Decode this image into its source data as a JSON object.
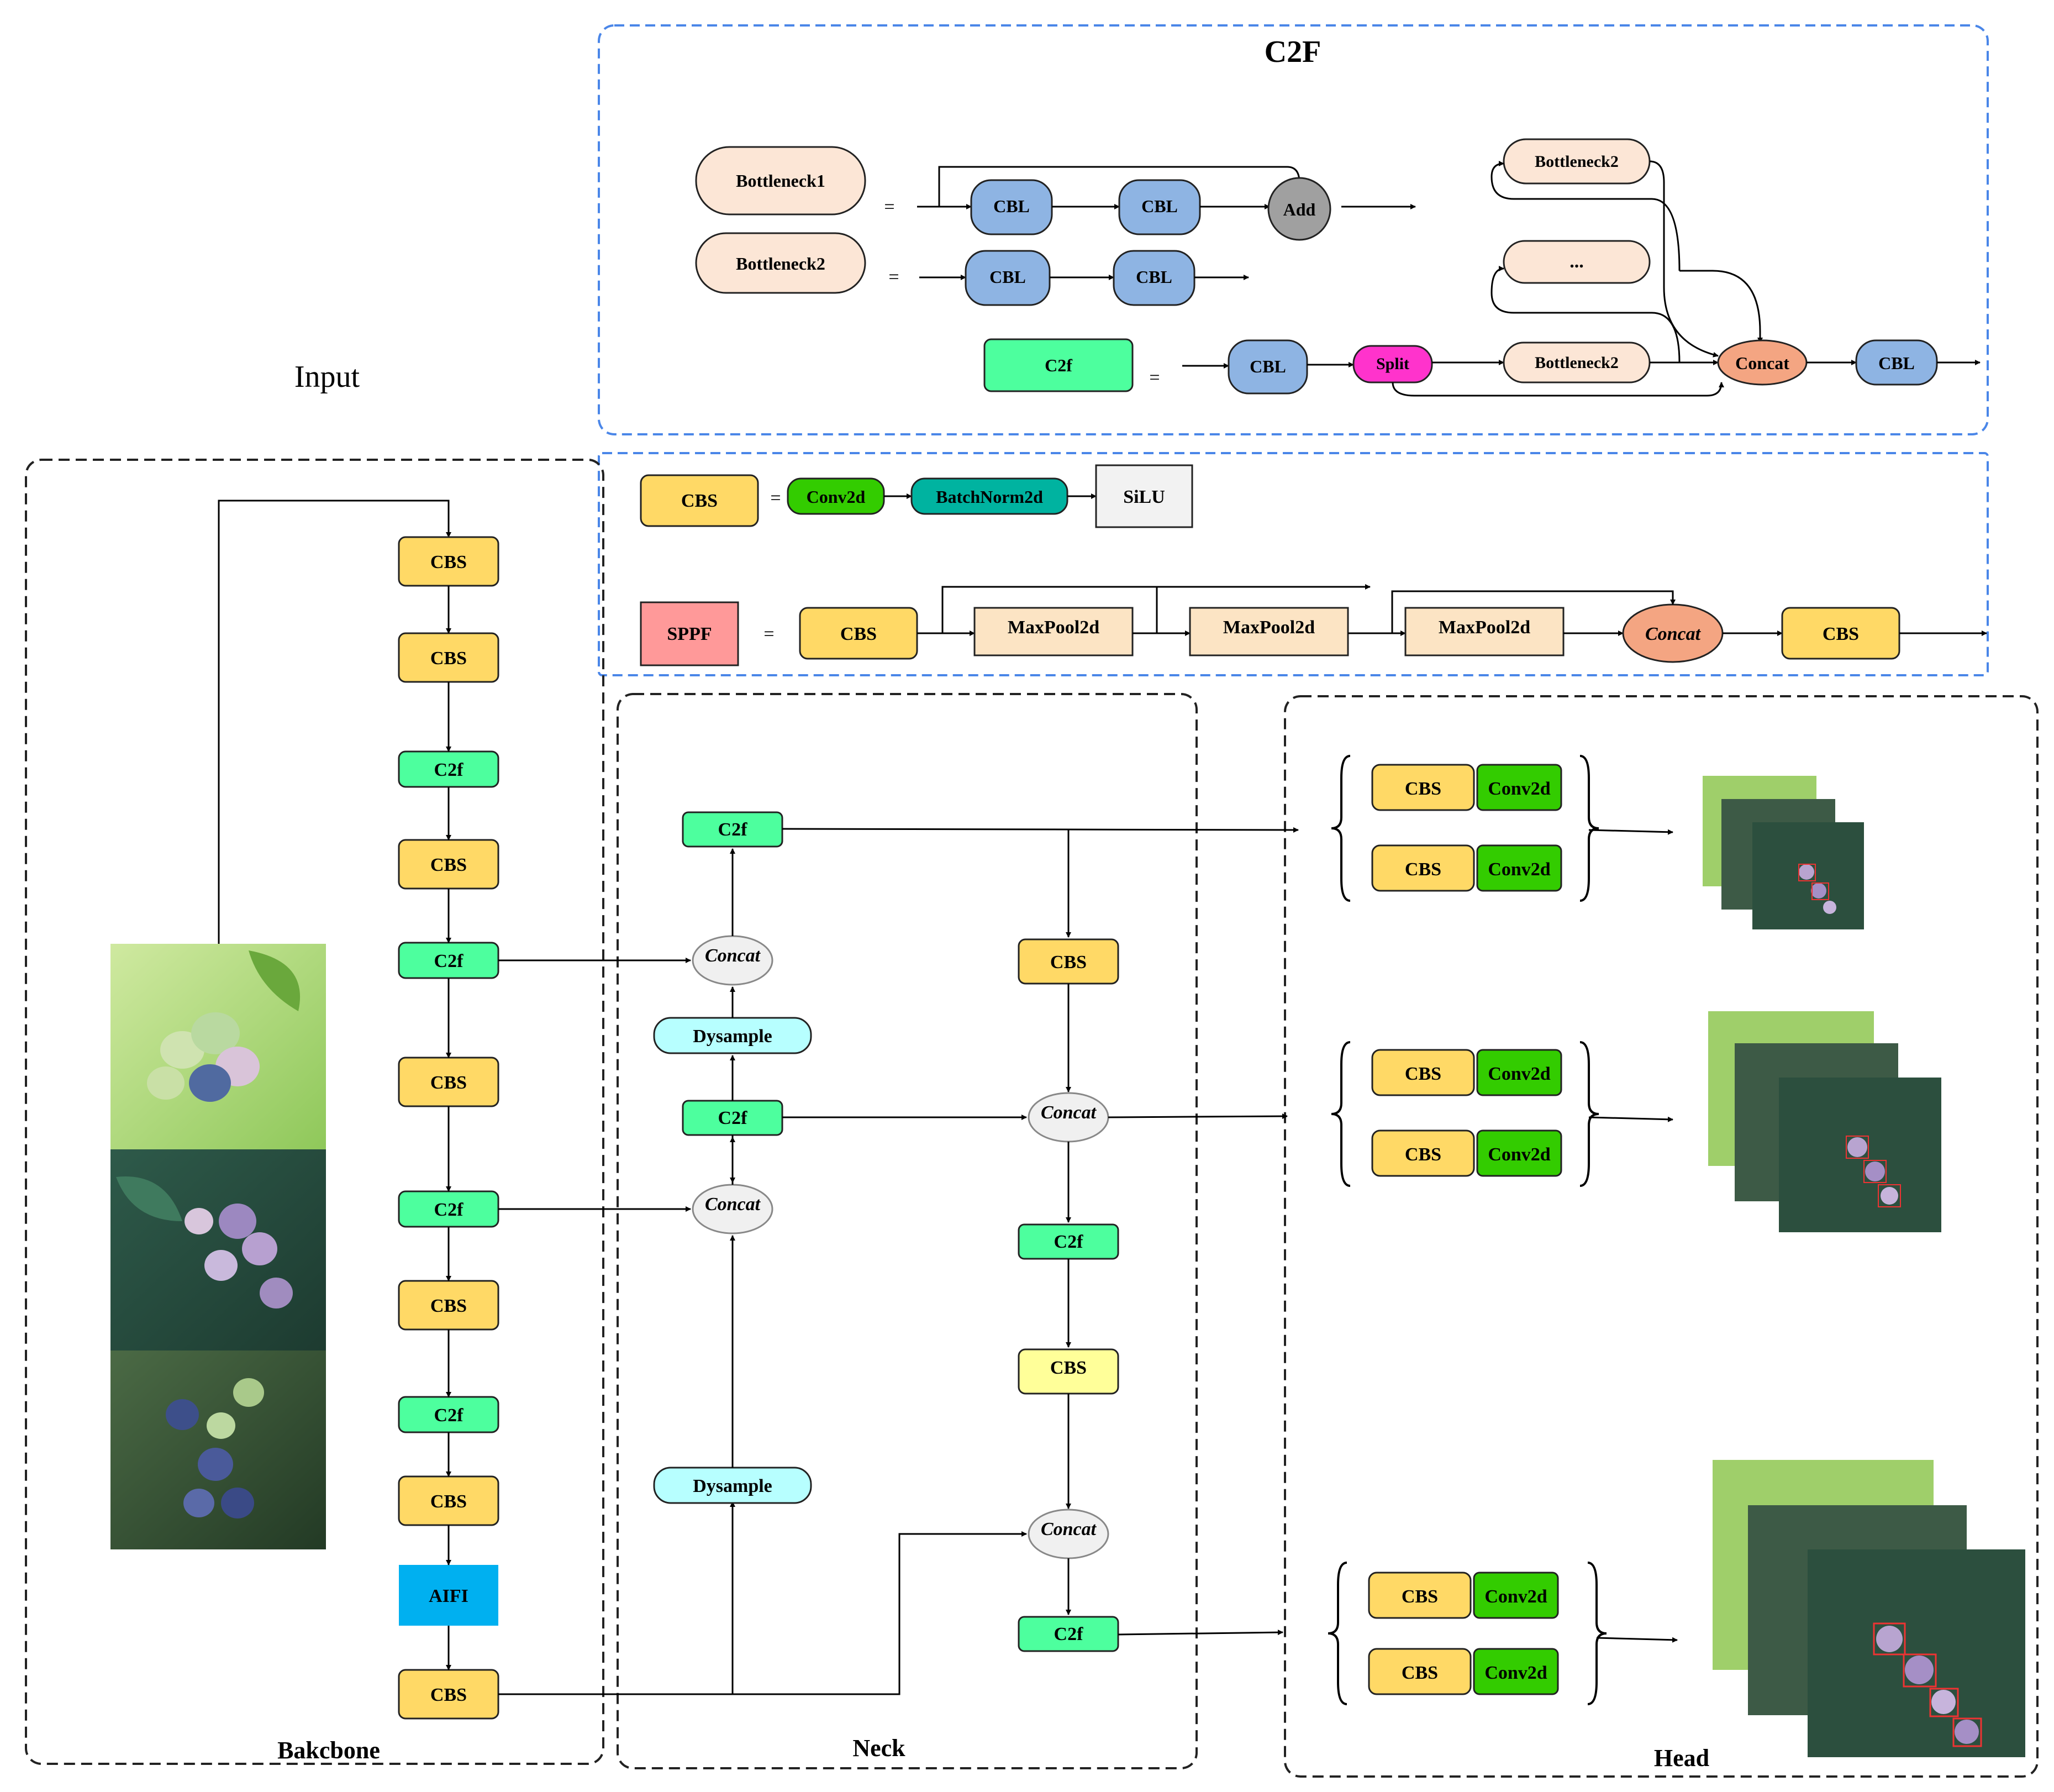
{
  "titles": {
    "c2f_panel": "C2F",
    "input": "Input",
    "backbone": "Bakcbone",
    "neck": "Neck",
    "head": "Head"
  },
  "c2f_panel": {
    "bottleneck1": "Bottleneck1",
    "bottleneck2": "Bottleneck2",
    "c2f": "C2f",
    "cbl": "CBL",
    "add": "Add",
    "split": "Split",
    "concat": "Concat",
    "ellipsis": "...",
    "equals": "="
  },
  "modules_panel": {
    "cbs": "CBS",
    "conv2d": "Conv2d",
    "batchnorm2d": "BatchNorm2d",
    "silu": "SiLU",
    "sppf": "SPPF",
    "maxpool2d": "MaxPool2d",
    "concat": "Concat",
    "equals": "="
  },
  "backbone": {
    "blocks": [
      "CBS",
      "CBS",
      "C2f",
      "CBS",
      "C2f",
      "CBS",
      "C2f",
      "CBS",
      "C2f",
      "CBS",
      "AIFI",
      "CBS"
    ]
  },
  "neck": {
    "c2f": "C2f",
    "concat": "Concat",
    "dysample": "Dysample",
    "cbs": "CBS"
  },
  "head": {
    "cbs": "CBS",
    "conv2d": "Conv2d"
  },
  "colors": {
    "cbs": "#FFD966",
    "cbs_light": "#FFFF99",
    "c2f": "#4DFF9E",
    "aifi": "#00B0F0",
    "dysample": "#B7FFFF",
    "conv2d": "#33CC00",
    "batchnorm": "#00B3A0",
    "silu": "#F2F2F2",
    "sppf": "#FF9999",
    "maxpool": "#FCE4C4",
    "concat_orange": "#F4A582",
    "bottleneck": "#FCE6D6",
    "cbl": "#8EB4E3",
    "add": "#A0A0A0",
    "split": "#FF33CC",
    "panel_dash": "#4A86E8"
  }
}
